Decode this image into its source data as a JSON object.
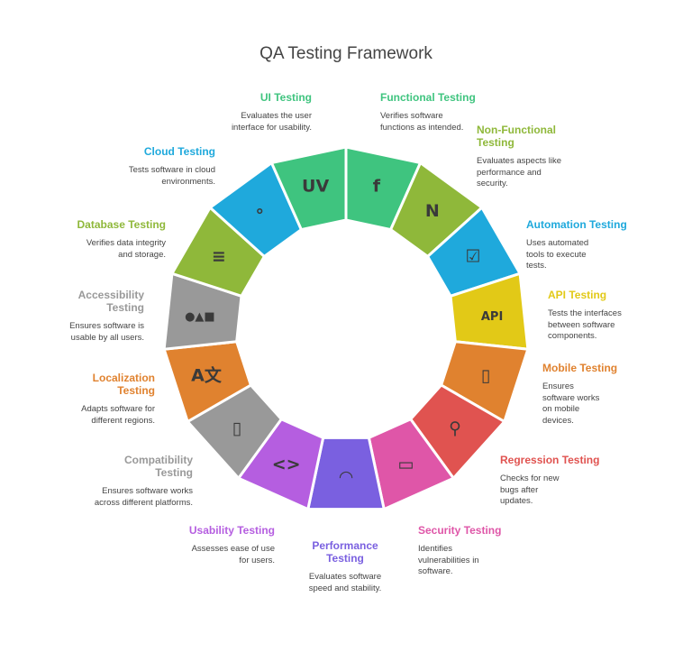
{
  "title": "QA Testing Framework",
  "segments": [
    {
      "title": "Functional Testing",
      "desc": "Verifies software functions as intended.",
      "color": "#3fc47f",
      "icon": "gear-f-icon",
      "glyph": "f"
    },
    {
      "title": "Non-Functional Testing",
      "desc": "Evaluates aspects like performance and security.",
      "color": "#8fb83a",
      "icon": "n-circle-icon",
      "glyph": "N"
    },
    {
      "title": "Automation Testing",
      "desc": "Uses automated tools to execute tests.",
      "color": "#1fa9dc",
      "icon": "monitor-checklist-gear-icon",
      "glyph": "☑"
    },
    {
      "title": "API Testing",
      "desc": "Tests the interfaces between software components.",
      "color": "#e2c917",
      "icon": "cloud-api-icon",
      "glyph": "API"
    },
    {
      "title": "Mobile Testing",
      "desc": "Ensures software works on mobile devices.",
      "color": "#e0822f",
      "icon": "phone-bug-search-icon",
      "glyph": "▯"
    },
    {
      "title": "Regression Testing",
      "desc": "Checks for new bugs after updates.",
      "color": "#e05350",
      "icon": "bug-search-icon",
      "glyph": "⚲"
    },
    {
      "title": "Security Testing",
      "desc": "Identifies vulnerabilities in software.",
      "color": "#df56a8",
      "icon": "monitor-bug-search-icon",
      "glyph": "▭"
    },
    {
      "title": "Performance Testing",
      "desc": "Evaluates software speed and stability.",
      "color": "#7a60e0",
      "icon": "speedometer-icon",
      "glyph": "◠"
    },
    {
      "title": "Usability Testing",
      "desc": "Assesses ease of use for users.",
      "color": "#b55ee0",
      "icon": "code-file-check-icon",
      "glyph": "<>"
    },
    {
      "title": "Compatibility Testing",
      "desc": "Ensures software works across different platforms.",
      "color": "#999999",
      "icon": "devices-icon",
      "glyph": "▯"
    },
    {
      "title": "Localization Testing",
      "desc": "Adapts software for different regions.",
      "color": "#e0822f",
      "icon": "translate-icon",
      "glyph": "A文"
    },
    {
      "title": "Accessibility Testing",
      "desc": "Ensures software is usable by all users.",
      "color": "#999999",
      "icon": "shapes-arrows-icon",
      "glyph": "●▲■"
    },
    {
      "title": "Database Testing",
      "desc": "Verifies data integrity and storage.",
      "color": "#8fb83a",
      "icon": "database-check-icon",
      "glyph": "≡"
    },
    {
      "title": "Cloud Testing",
      "desc": "Tests software in cloud environments.",
      "color": "#1fa9dc",
      "icon": "share-nodes-icon",
      "glyph": "∘"
    },
    {
      "title": "UI Testing",
      "desc": "Evaluates the user interface for usability.",
      "color": "#3fc47f",
      "icon": "ui-gauge-icon",
      "glyph": "UV"
    }
  ]
}
